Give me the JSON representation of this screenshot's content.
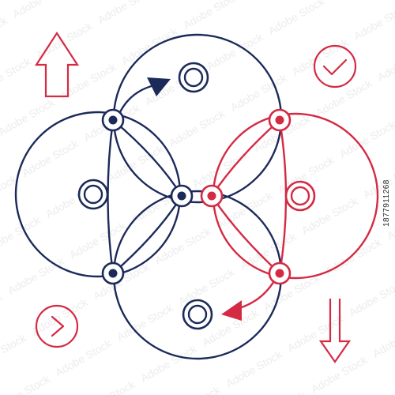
{
  "colors": {
    "navy": "#1c2a5a",
    "red": "#d42a44",
    "background": "#ffffff"
  },
  "diagram": {
    "circles": [
      {
        "name": "left-navy-circle",
        "color": "navy"
      },
      {
        "name": "top-navy-circle",
        "color": "navy"
      },
      {
        "name": "bottom-navy-circle",
        "color": "navy"
      },
      {
        "name": "right-red-circle",
        "color": "red"
      }
    ],
    "nodes": {
      "filled_navy": [
        "top-left",
        "bottom-left",
        "center-left"
      ],
      "filled_red": [
        "top-right",
        "bottom-right",
        "center-right"
      ],
      "hollow_navy": [
        "top",
        "left",
        "bottom"
      ],
      "hollow_red": [
        "right"
      ]
    },
    "arrows": [
      {
        "name": "navy-clockwise-arrow",
        "color": "navy"
      },
      {
        "name": "red-curved-arrow",
        "color": "red"
      }
    ]
  },
  "icons": {
    "up_arrow": "up-arrow-icon",
    "check": "check-circle-icon",
    "chevron": "chevron-right-circle-icon",
    "double_down": "double-down-arrow-icon"
  },
  "watermark": {
    "stock_id": "1877911268"
  }
}
